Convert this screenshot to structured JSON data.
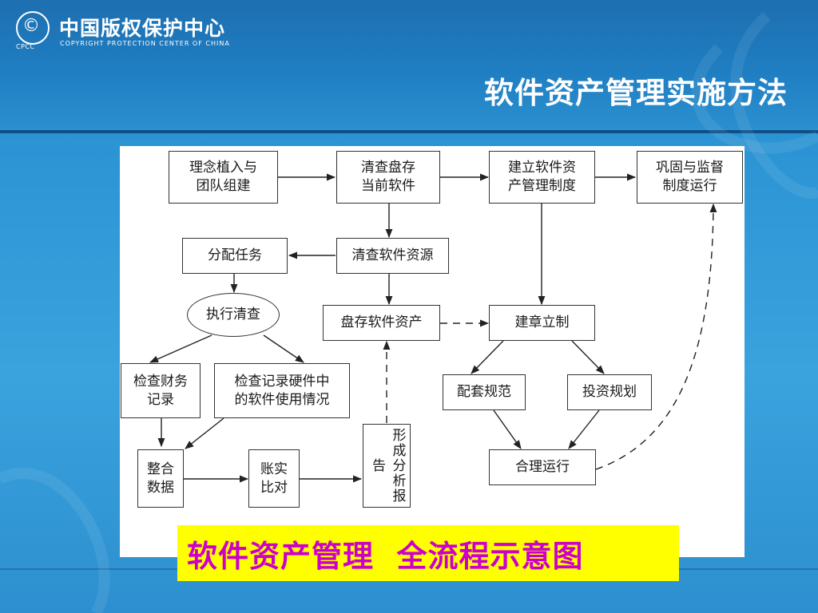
{
  "header": {
    "logo_symbol": "©",
    "logo_cpcc": "CPCC",
    "logo_cn": "中国版权保护中心",
    "logo_en": "COPYRIGHT PROTECTION CENTER OF CHINA",
    "title": "软件资产管理实施方法"
  },
  "diagram": {
    "nodes": {
      "n1": "理念植入与\n团队组建",
      "n2": "清查盘存\n当前软件",
      "n3": "建立软件资\n产管理制度",
      "n4": "巩固与监督\n制度运行",
      "n5": "分配任务",
      "n6": "清查软件资源",
      "n7": "执行清查",
      "n8": "盘存软件资产",
      "n9": "建章立制",
      "n10": "检查财务\n记录",
      "n11": "检查记录硬件中\n的软件使用情况",
      "n12": "配套规范",
      "n13": "投资规划",
      "n14": "整合\n数据",
      "n15": "账实\n比对",
      "n16": "形成分析报告",
      "n17": "合理运行"
    }
  },
  "caption": "软件资产管理  全流程示意图",
  "colors": {
    "header_blue": "#1f7ec2",
    "body_blue": "#3aa3de",
    "caption_bg": "#ffff00",
    "caption_text": "#cc00cc"
  }
}
